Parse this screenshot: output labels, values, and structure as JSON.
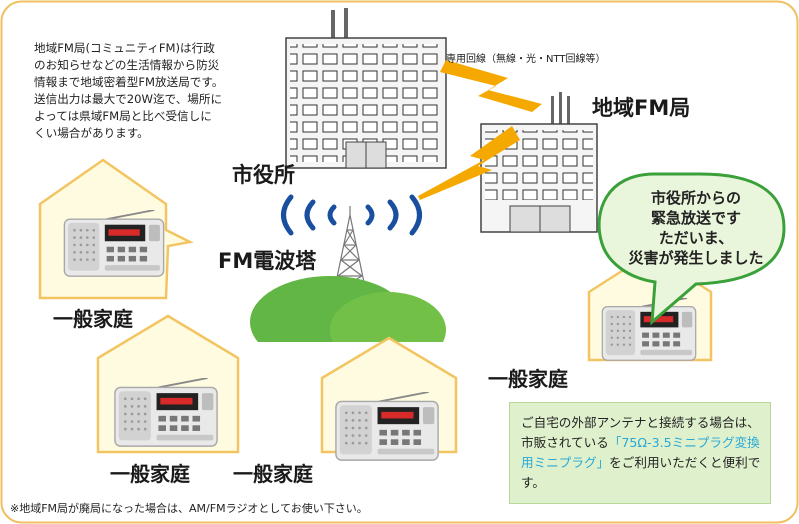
{
  "intro_text": "地域FM局(コミュニティFM)は行政\nのお知らせなどの生活情報から防災\n情報まで地域密着型FM放送局です。\n送信出力は最大で20W迄で、場所に\nよっては県域FM局と比べ受信しに\nくい場合があります。",
  "labels": {
    "city_hall": "市役所",
    "local_fm": "地域FM局",
    "tower": "FM電波塔",
    "line_type": "専用回線（無線・光・NTT回線等）",
    "household": "一般家庭"
  },
  "speech_bubble": "市役所からの\n緊急放送です\nただいま、\n災害が発生しました",
  "note": {
    "part1": "ご自宅の外部アンテナと接続する場合は、市販されている",
    "highlight": "「75Ω-3.5ミニプラグ変換用ミニプラグ」",
    "part2": "をご利用いただくと便利です。"
  },
  "footnote": "※地域FM局が廃局になった場合は、AM/FMラジオとしてお使い下さい。",
  "colors": {
    "border": "#f0c060",
    "house_fill": "#fffbe0",
    "house_stroke": "#f2c562",
    "bolt": "#f5a800",
    "wave": "#1a4fa0",
    "hill_light": "#8fd14f",
    "hill_dark": "#3ea03e",
    "bubble_fill": "#eaf6dc",
    "bubble_stroke": "#3aa03a"
  }
}
